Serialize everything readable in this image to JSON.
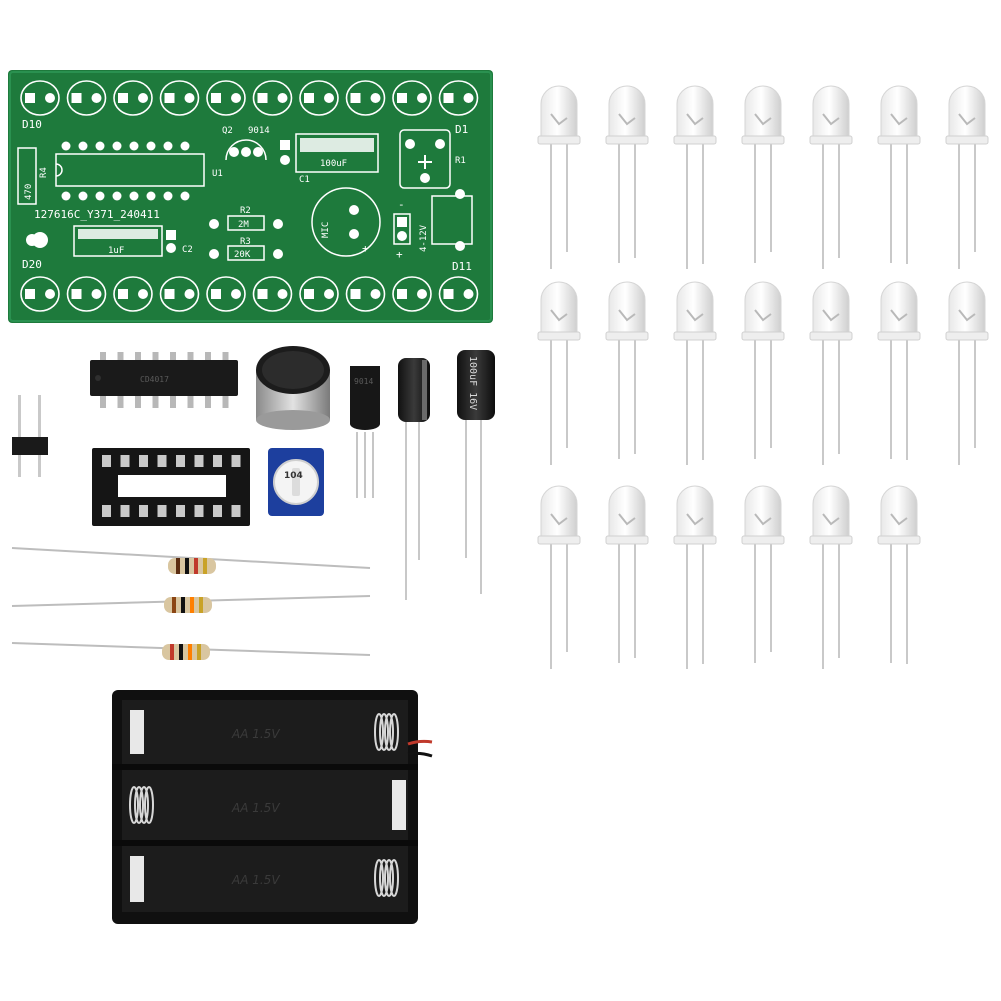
{
  "scene": {
    "background": "#ffffff",
    "pcb_color": "#1e7a3c",
    "silkscreen_color": "#ffffff"
  },
  "pcb": {
    "board_id": "127616C_Y371_240411",
    "labels": {
      "d10": "D10",
      "d1": "D1",
      "d20": "D20",
      "d11": "D11",
      "r4": "R4",
      "r4_value": "470",
      "u1": "U1",
      "q2": "Q2",
      "q2_part": "9014",
      "c1": "C1",
      "c1_value": "100uF",
      "r1": "R1",
      "r2": "R2",
      "r2_value": "2M",
      "r3": "R3",
      "r3_value": "20K",
      "c2": "C2",
      "c2_value": "1uF",
      "mic": "MIC",
      "plus": "+",
      "minus": "-",
      "voltage": "4-12V",
      "mic_plus": "+"
    }
  },
  "components": {
    "capacitor_large_label": "100uF 16V",
    "transistor_label": "9014",
    "potentiometer_label": "104",
    "battery_holder_count": 3,
    "led_rows": [
      7,
      7,
      6
    ]
  }
}
